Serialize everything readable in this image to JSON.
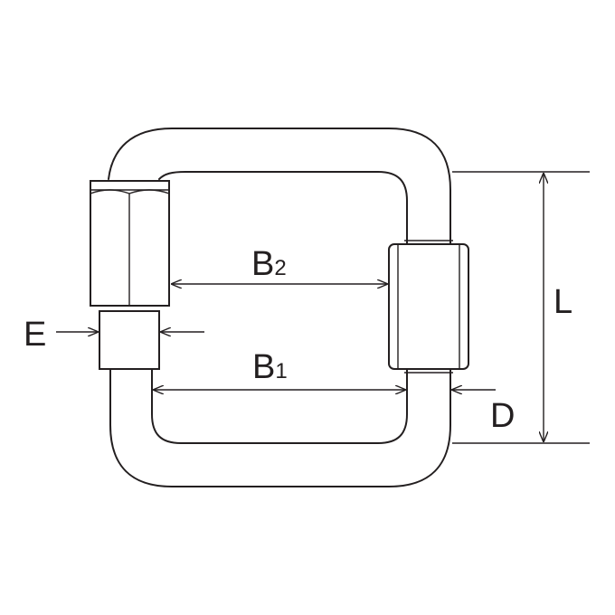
{
  "labels": {
    "b2_main": "B",
    "b2_sub": "2",
    "b1_main": "B",
    "b1_sub": "1",
    "e": "E",
    "l": "L",
    "d": "D"
  },
  "colors": {
    "ink": "#231f20",
    "background": "#ffffff"
  }
}
